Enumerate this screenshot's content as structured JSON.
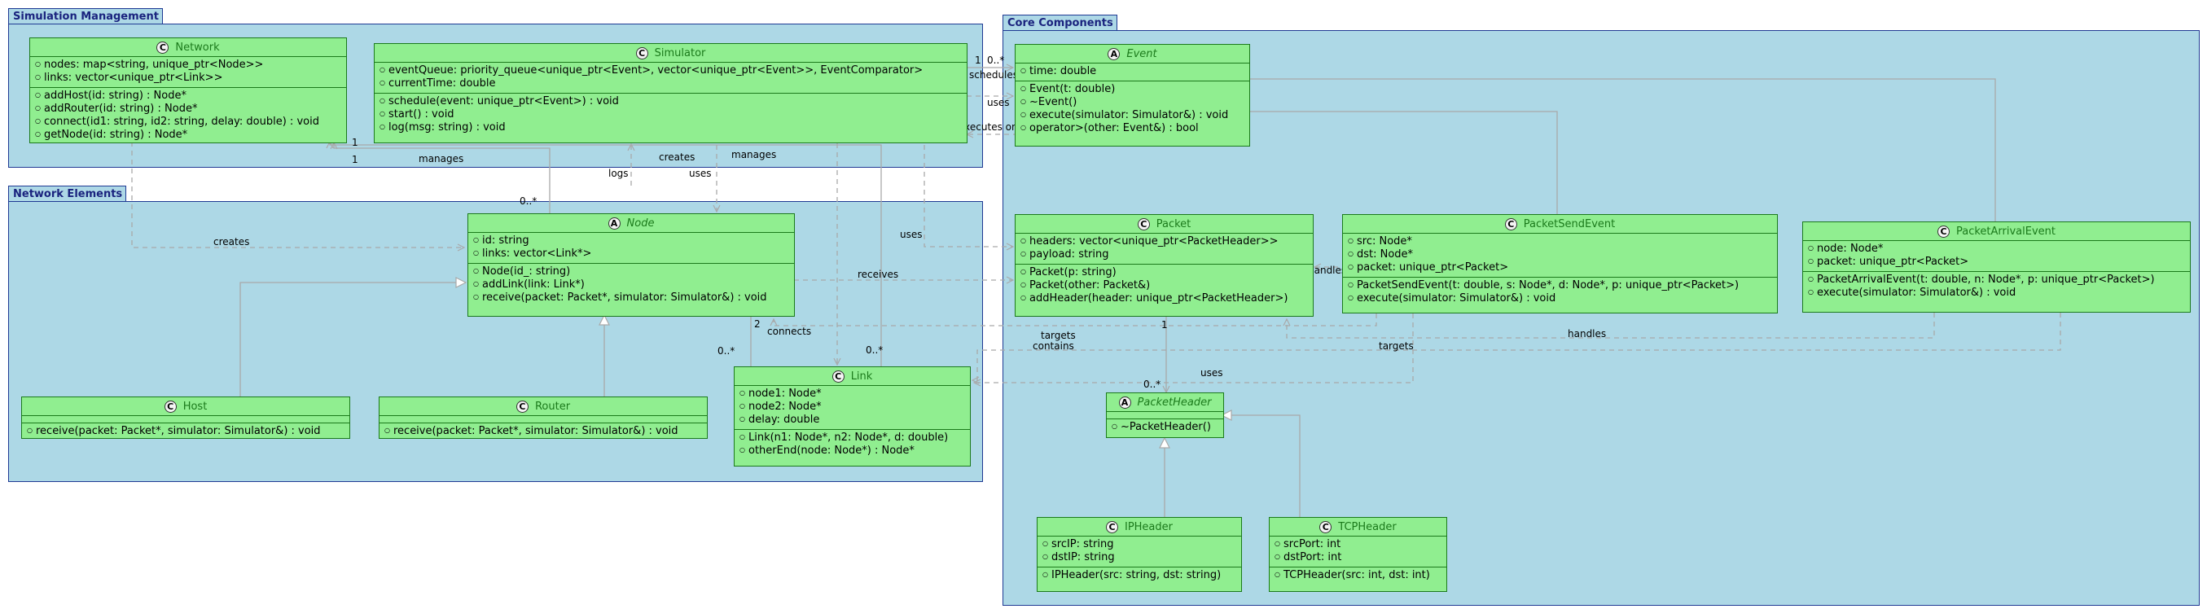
{
  "packages": {
    "simulation_management": "Simulation Management",
    "network_elements": "Network Elements",
    "core_components": "Core Components"
  },
  "colors": {
    "package_fill": "#add8e6",
    "package_border": "#1f3a93",
    "class_fill": "#90ee90",
    "class_border": "#1b7a1b",
    "class_name": "#1b7a1b",
    "edge": "#a9a9a9"
  },
  "classes": {
    "network": {
      "badge": "C",
      "name": "Network",
      "attributes": [
        "nodes: map<string, unique_ptr<Node>>",
        "links: vector<unique_ptr<Link>>"
      ],
      "methods": [
        "addHost(id: string) : Node*",
        "addRouter(id: string) : Node*",
        "connect(id1: string, id2: string, delay: double) : void",
        "getNode(id: string) : Node*"
      ]
    },
    "simulator": {
      "badge": "C",
      "name": "Simulator",
      "attributes": [
        "eventQueue: priority_queue<unique_ptr<Event>, vector<unique_ptr<Event>>, EventComparator>",
        "currentTime: double"
      ],
      "methods": [
        "schedule(event: unique_ptr<Event>) : void",
        "start() : void",
        "log(msg: string) : void"
      ]
    },
    "node": {
      "badge": "A",
      "name": "Node",
      "attributes": [
        "id: string",
        "links: vector<Link*>"
      ],
      "methods": [
        "Node(id_: string)",
        "addLink(link: Link*)",
        "receive(packet: Packet*, simulator: Simulator&) : void"
      ]
    },
    "host": {
      "badge": "C",
      "name": "Host",
      "attributes": [],
      "methods": [
        "receive(packet: Packet*, simulator: Simulator&) : void"
      ]
    },
    "router": {
      "badge": "C",
      "name": "Router",
      "attributes": [],
      "methods": [
        "receive(packet: Packet*, simulator: Simulator&) : void"
      ]
    },
    "link": {
      "badge": "C",
      "name": "Link",
      "attributes": [
        "node1: Node*",
        "node2: Node*",
        "delay: double"
      ],
      "methods": [
        "Link(n1: Node*, n2: Node*, d: double)",
        "otherEnd(node: Node*) : Node*"
      ]
    },
    "event": {
      "badge": "A",
      "name": "Event",
      "attributes": [
        "time: double"
      ],
      "methods": [
        "Event(t: double)",
        "~Event()",
        "execute(simulator: Simulator&) : void",
        "operator>(other: Event&) : bool"
      ]
    },
    "packet": {
      "badge": "C",
      "name": "Packet",
      "attributes": [
        "headers: vector<unique_ptr<PacketHeader>>",
        "payload: string"
      ],
      "methods": [
        "Packet(p: string)",
        "Packet(other: Packet&)",
        "addHeader(header: unique_ptr<PacketHeader>)"
      ]
    },
    "packet_send_event": {
      "badge": "C",
      "name": "PacketSendEvent",
      "attributes": [
        "src: Node*",
        "dst: Node*",
        "packet: unique_ptr<Packet>"
      ],
      "methods": [
        "PacketSendEvent(t: double, s: Node*, d: Node*, p: unique_ptr<Packet>)",
        "execute(simulator: Simulator&) : void"
      ]
    },
    "packet_arrival_event": {
      "badge": "C",
      "name": "PacketArrivalEvent",
      "attributes": [
        "node: Node*",
        "packet: unique_ptr<Packet>"
      ],
      "methods": [
        "PacketArrivalEvent(t: double, n: Node*, p: unique_ptr<Packet>)",
        "execute(simulator: Simulator&) : void"
      ]
    },
    "packet_header": {
      "badge": "A",
      "name": "PacketHeader",
      "attributes": [],
      "methods": [
        "~PacketHeader()"
      ]
    },
    "ip_header": {
      "badge": "C",
      "name": "IPHeader",
      "attributes": [
        "srcIP: string",
        "dstIP: string"
      ],
      "methods": [
        "IPHeader(src: string, dst: string)"
      ]
    },
    "tcp_header": {
      "badge": "C",
      "name": "TCPHeader",
      "attributes": [
        "srcPort: int",
        "dstPort: int"
      ],
      "methods": [
        "TCPHeader(src: int, dst: int)"
      ]
    }
  },
  "edge_labels": {
    "net_manages_nodes": "manages",
    "net_one_a": "1",
    "net_many_nodes": "0..*",
    "net_creates_nodes": "creates",
    "net_creates_links": "creates",
    "net_one_b": "1",
    "net_manages_links": "manages",
    "net_many_links": "0..*",
    "sim_logs": "logs",
    "sim_uses_node": "uses",
    "sim_uses_packet": "uses",
    "sim_schedules": "schedules",
    "sim_one": "1",
    "sim_many_events": "0..*",
    "sim_uses_event": "uses",
    "executes_on": "executes on",
    "node_receives": "receives",
    "node_two": "2",
    "node_connects": "connects",
    "node_many": "0..*",
    "send_targets_packet": "targets",
    "send_handles_packet": "handles",
    "arrival_handles": "handles",
    "node_contains": "contains",
    "send_targets_link": "targets",
    "packet_one": "1",
    "packet_uses": "uses",
    "header_many": "0..*"
  }
}
